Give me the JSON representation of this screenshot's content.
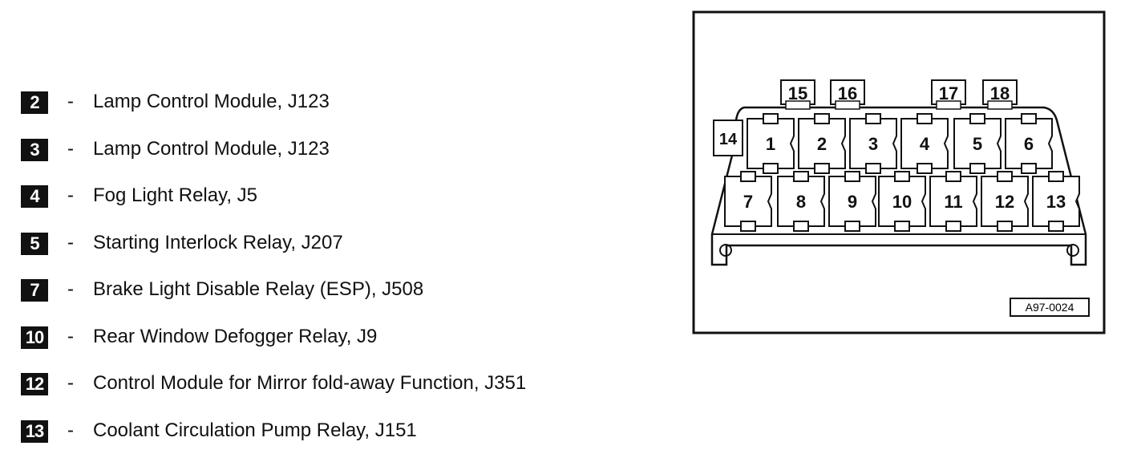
{
  "legend": {
    "items": [
      {
        "number": "2",
        "separator": "-",
        "description": "Lamp Control Module, J123"
      },
      {
        "number": "3",
        "separator": "-",
        "description": "Lamp Control Module, J123"
      },
      {
        "number": "4",
        "separator": "-",
        "description": "Fog Light Relay, J5"
      },
      {
        "number": "5",
        "separator": "-",
        "description": "Starting Interlock Relay, J207"
      },
      {
        "number": "7",
        "separator": "-",
        "description": "Brake Light Disable Relay (ESP), J508"
      },
      {
        "number": "10",
        "separator": "-",
        "description": "Rear Window Defogger Relay, J9"
      },
      {
        "number": "12",
        "separator": "-",
        "description": "Control Module for Mirror fold-away Function, J351"
      },
      {
        "number": "13",
        "separator": "-",
        "description": "Coolant Circulation Pump Relay, J151"
      }
    ]
  },
  "diagram": {
    "figure_code": "A97-0024",
    "top_row_slots": [
      "1",
      "2",
      "3",
      "4",
      "5",
      "6"
    ],
    "bottom_row_slots": [
      "7",
      "8",
      "9",
      "10",
      "11",
      "12",
      "13"
    ],
    "side_slot": "14",
    "fuse_slots": [
      "15",
      "16",
      "17",
      "18"
    ],
    "colors": {
      "line": "#111111",
      "background": "#ffffff"
    }
  }
}
